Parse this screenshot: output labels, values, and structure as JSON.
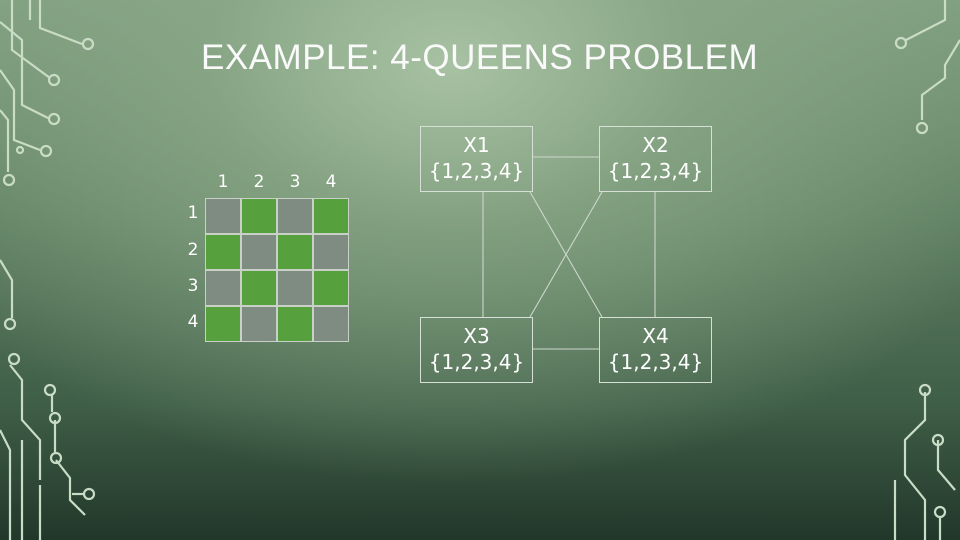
{
  "slide": {
    "title": "EXAMPLE: 4-QUEENS PROBLEM"
  },
  "board": {
    "col_labels": [
      "1",
      "2",
      "3",
      "4"
    ],
    "row_labels": [
      "1",
      "2",
      "3",
      "4"
    ],
    "cells": [
      [
        false,
        true,
        false,
        true
      ],
      [
        true,
        false,
        true,
        false
      ],
      [
        false,
        true,
        false,
        true
      ],
      [
        true,
        false,
        true,
        false
      ]
    ],
    "filled_color": "#56a03d",
    "empty_color": "#7f8c82"
  },
  "graph": {
    "nodes": [
      {
        "id": "X1",
        "name": "X1",
        "domain": "{1,2,3,4}"
      },
      {
        "id": "X2",
        "name": "X2",
        "domain": "{1,2,3,4}"
      },
      {
        "id": "X3",
        "name": "X3",
        "domain": "{1,2,3,4}"
      },
      {
        "id": "X4",
        "name": "X4",
        "domain": "{1,2,3,4}"
      }
    ],
    "edges": [
      [
        "X1",
        "X2"
      ],
      [
        "X1",
        "X3"
      ],
      [
        "X1",
        "X4"
      ],
      [
        "X2",
        "X3"
      ],
      [
        "X2",
        "X4"
      ],
      [
        "X3",
        "X4"
      ]
    ]
  }
}
